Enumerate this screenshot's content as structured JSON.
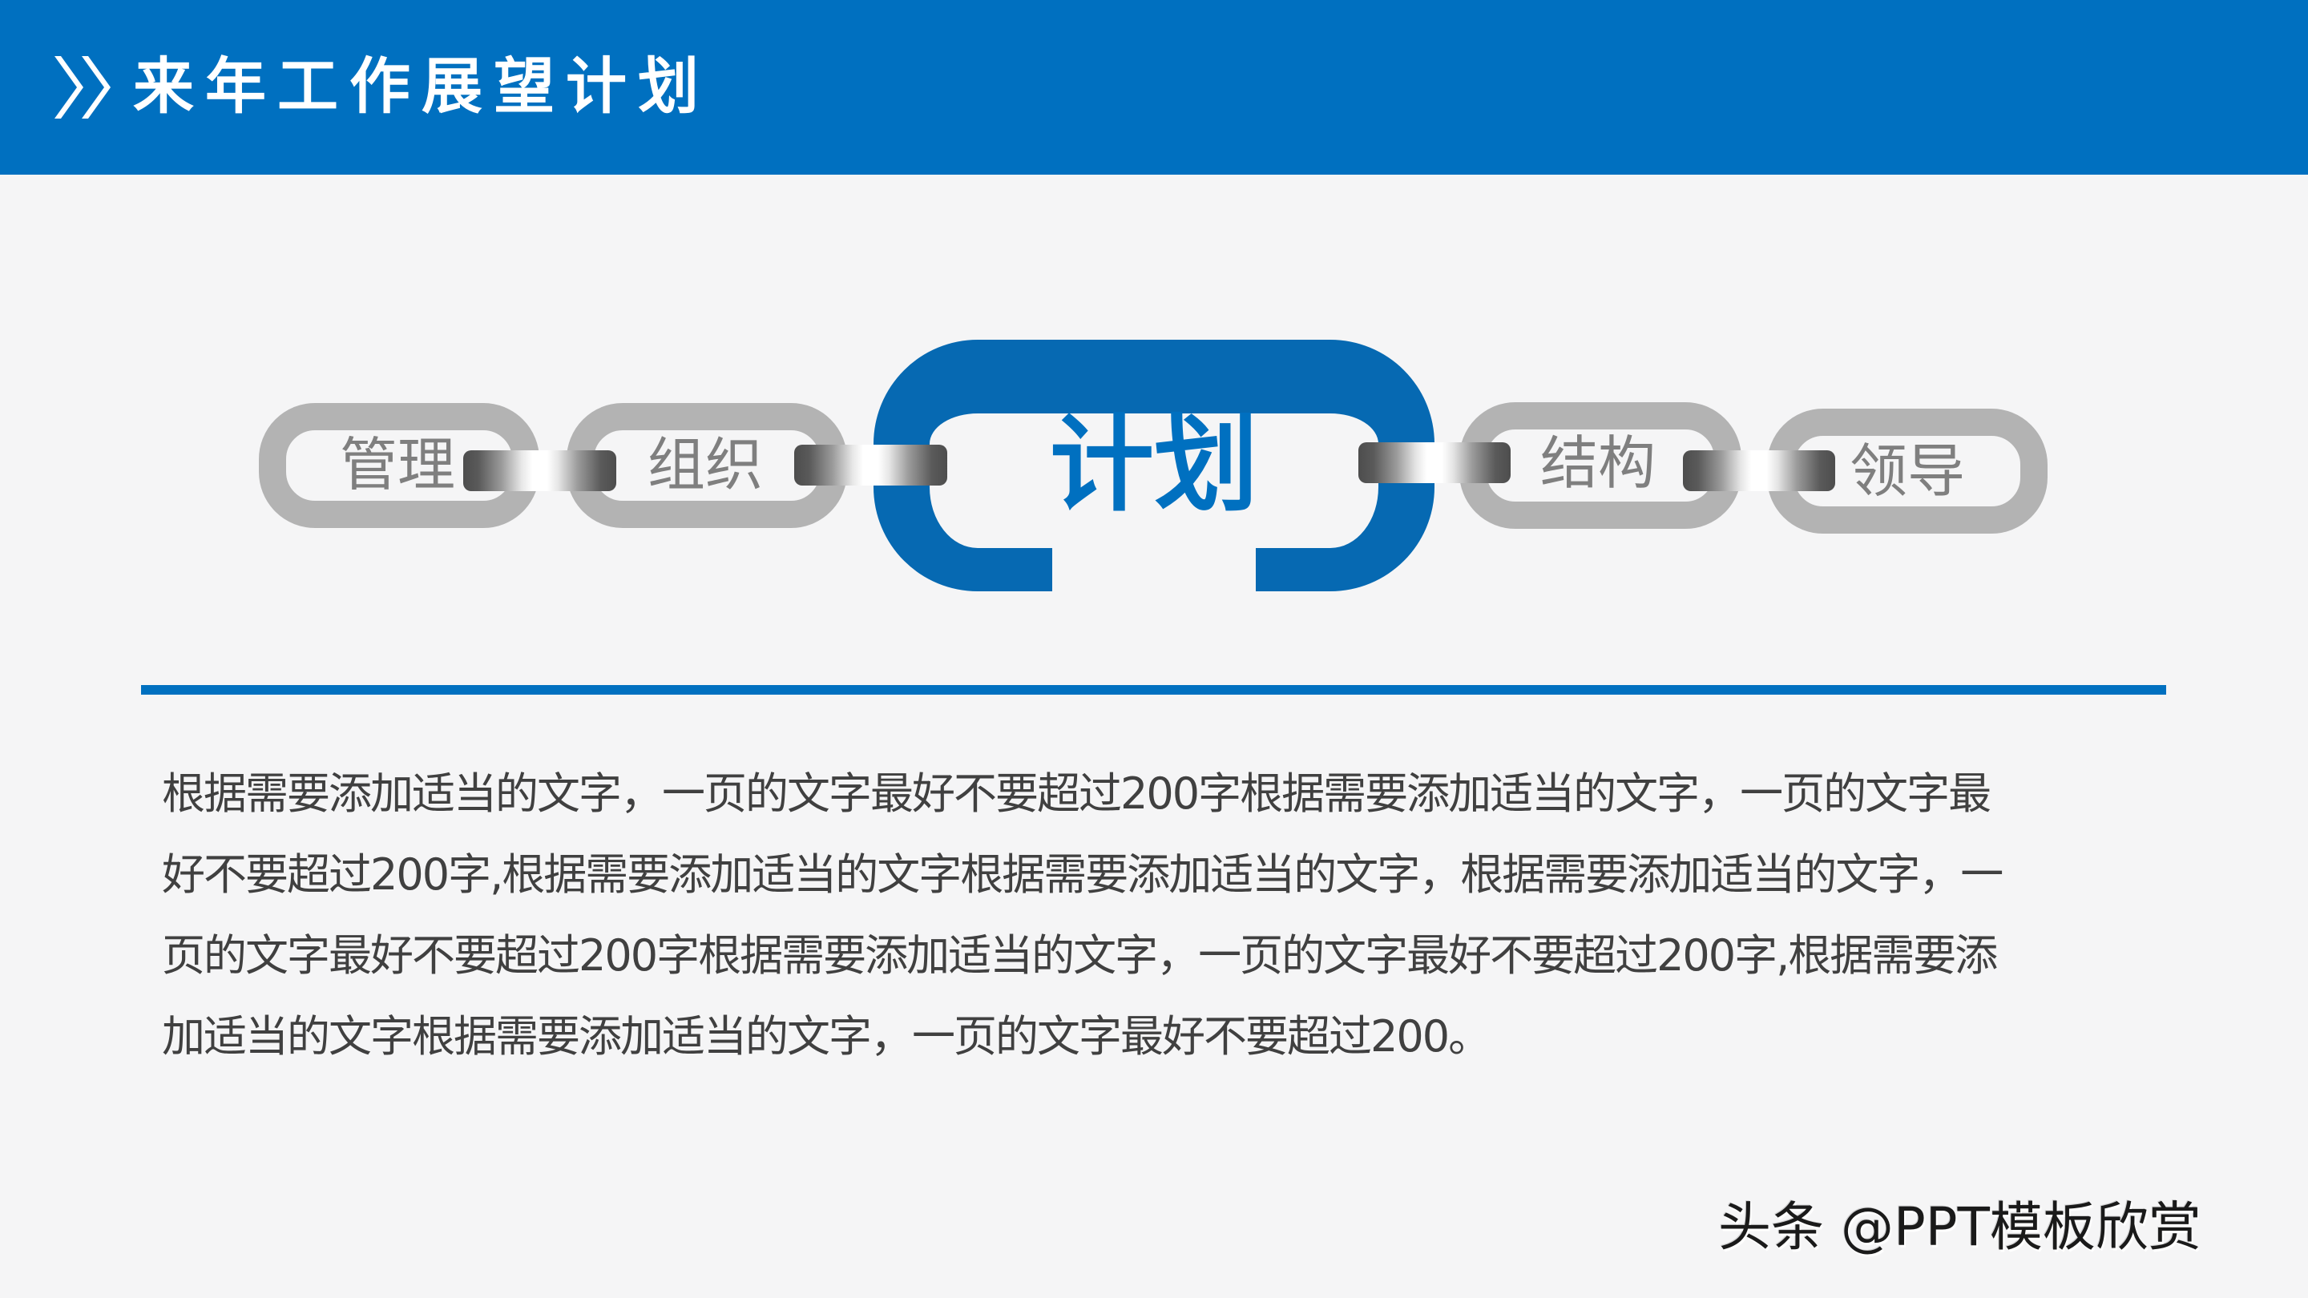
{
  "header": {
    "title": "来年工作展望计划",
    "icon": "double-chevron-right-icon",
    "background_color": "#0070c0"
  },
  "chain": {
    "center": {
      "label": "计划",
      "color": "#0669b2"
    },
    "links": [
      {
        "label": "管理",
        "position": "left-outer"
      },
      {
        "label": "组织",
        "position": "left-inner"
      },
      {
        "label": "结构",
        "position": "right-inner"
      },
      {
        "label": "领导",
        "position": "right-outer"
      }
    ],
    "link_color": "#b3b3b3",
    "link_text_color": "#7f7f7f"
  },
  "divider": {
    "color": "#0070c0"
  },
  "body": {
    "lines": [
      "根据需要添加适当的文字，一页的文字最好不要超过200字根据需要添加适当的文字，一页的文字最",
      "好不要超过200字,根据需要添加适当的文字根据需要添加适当的文字，根据需要添加适当的文字，一",
      "页的文字最好不要超过200字根据需要添加适当的文字，一页的文字最好不要超过200字,根据需要添",
      "加适当的文字根据需要添加适当的文字，一页的文字最好不要超过200。"
    ]
  },
  "watermark": {
    "text": "头条 @PPT模板欣赏"
  }
}
